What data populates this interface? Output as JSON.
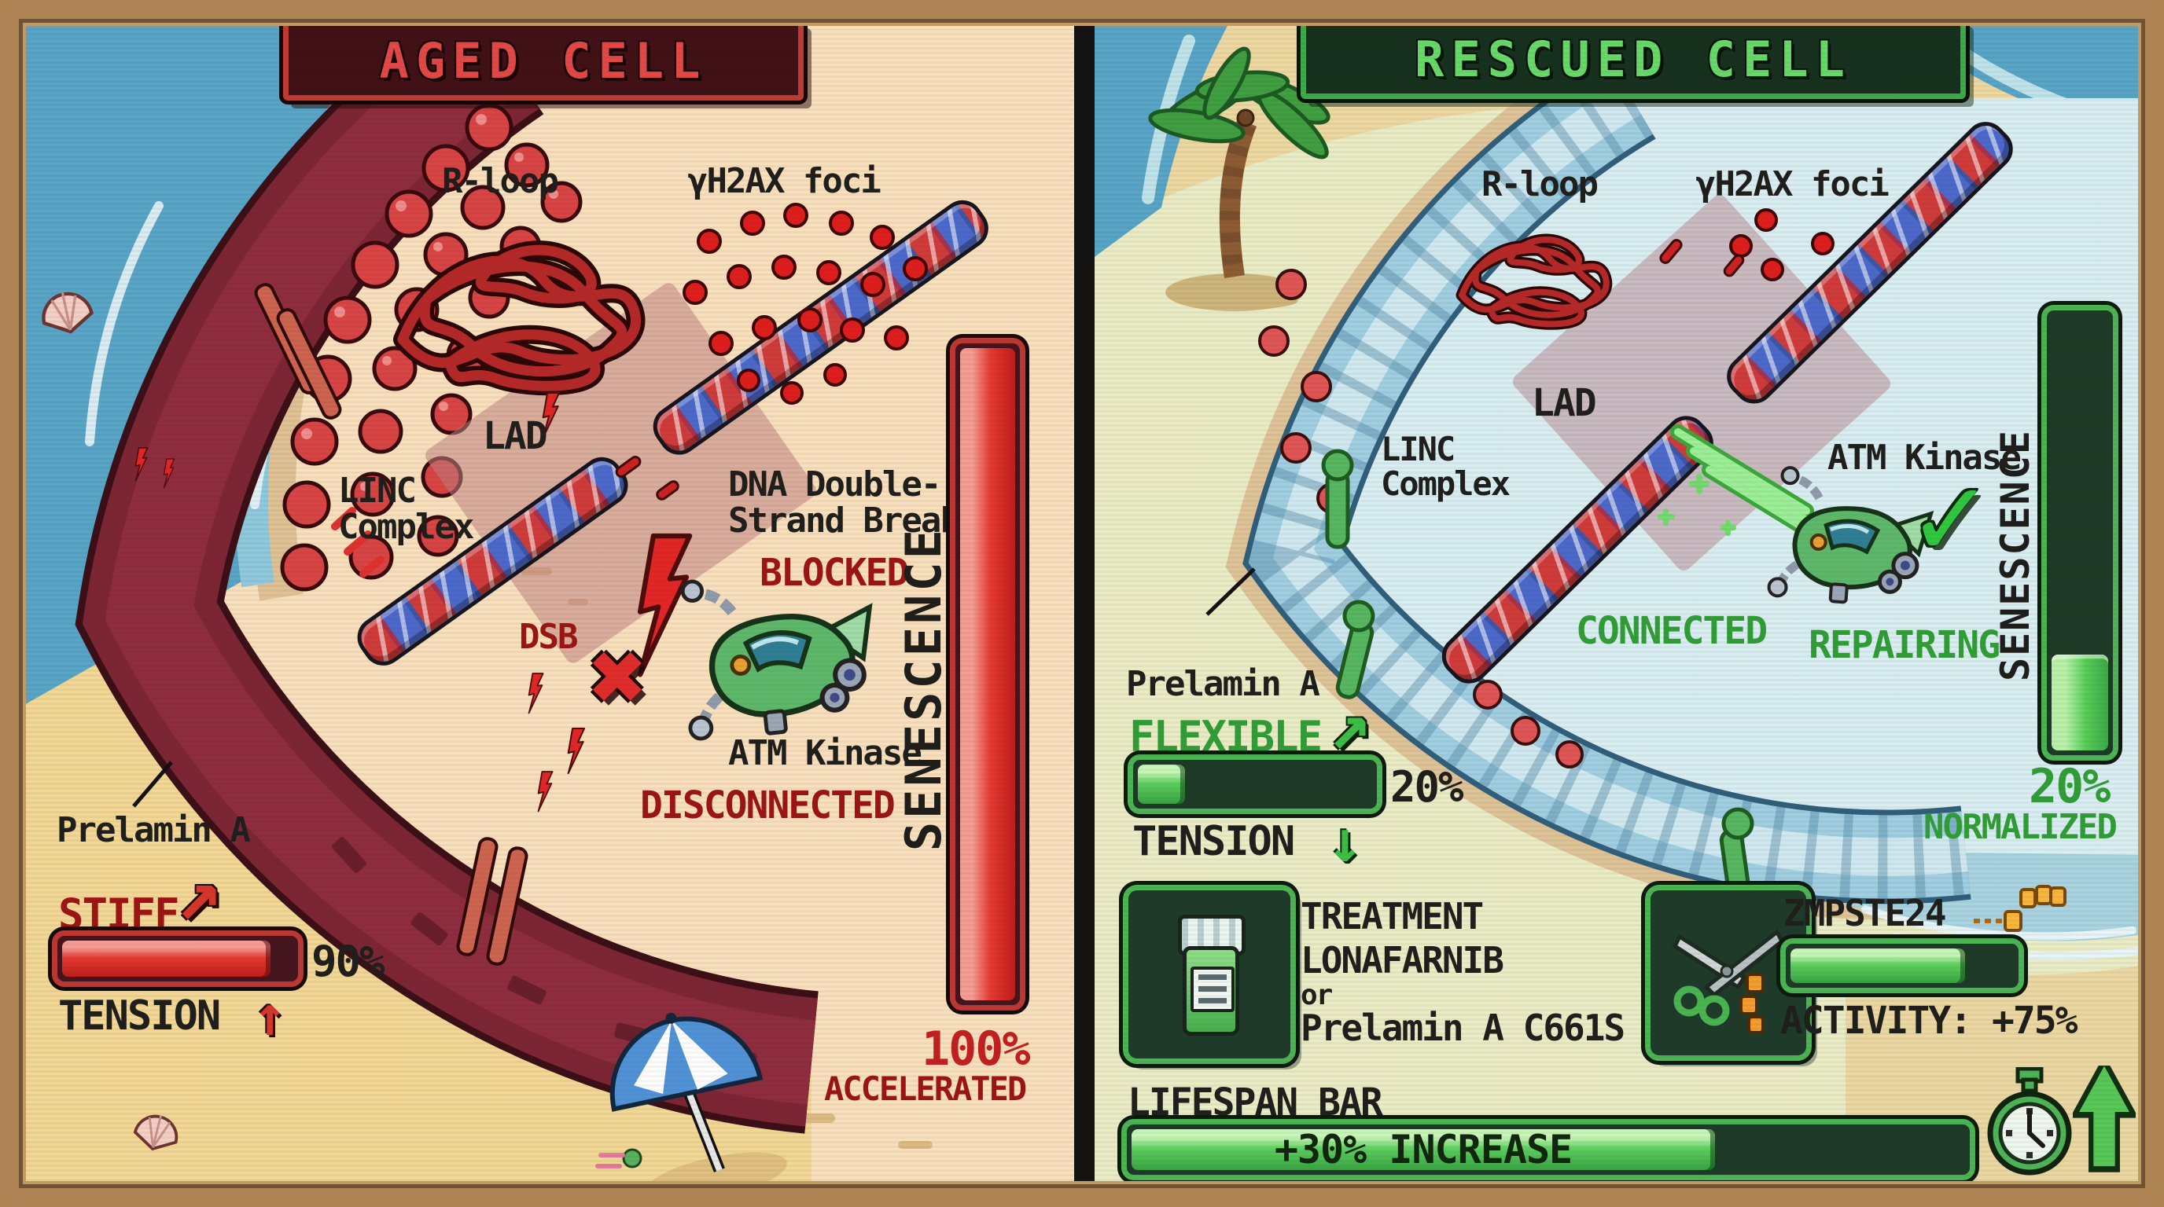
{
  "icons": {
    "trend_up_arrow": "↗",
    "up_arrow": "↑",
    "down_arrow": "↓",
    "x_mark": "✖",
    "check_mark": "✓"
  },
  "colors": {
    "aged_title_red": "#e34848",
    "aged_dark_red": "#9c1414",
    "rescued_title_green": "#66da68",
    "good_green": "#2f9e36",
    "bar_red_fill": "#e63832",
    "bar_green_fill": "#5ad05c",
    "lamina_maroon": "#7d2534",
    "envelope_blue": "#9fcfe2"
  },
  "aged": {
    "title": "AGED CELL",
    "r_loop_label": "R-loop",
    "foci_label": "γH2AX foci",
    "lad_label": "LAD",
    "linc_label_line1": "LINC",
    "linc_label_line2": "Complex",
    "break_label_line1": "DNA Double-",
    "break_label_line2": "Strand Break",
    "blocked_label": "BLOCKED",
    "dsb_label": "DSB",
    "atm_label": "ATM Kinase",
    "disconnected_label": "DISCONNECTED",
    "prelamin_label": "Prelamin A",
    "stiff_label": "STIFF",
    "tension_label": "TENSION",
    "tension_value": "90%",
    "tension_fill_style": "width:90%",
    "senescence_label": "SENESCENCE",
    "senescence_value": "100%",
    "senescence_status": "ACCELERATED",
    "senescence_fill_style": "height:100%"
  },
  "rescued": {
    "title": "RESCUED CELL",
    "r_loop_label": "R-loop",
    "foci_label": "γH2AX foci",
    "lad_label": "LAD",
    "linc_label_line1": "LINC",
    "linc_label_line2": "Complex",
    "atm_label": "ATM Kinase",
    "connected_label": "CONNECTED",
    "repairing_label": "REPAIRING",
    "prelamin_label": "Prelamin A",
    "flexible_label": "FLEXIBLE",
    "tension_label": "TENSION",
    "tension_value": "20%",
    "tension_fill_style": "width:20%",
    "treatment_title": "TREATMENT",
    "treatment_drug": "LONAFARNIB",
    "treatment_or": "or",
    "treatment_alt": "Prelamin A C661S",
    "zmpste_label": "ZMPSTE24",
    "activity_label": "ACTIVITY: +75%",
    "activity_fill_style": "width:78%",
    "senescence_label": "SENESCENCE",
    "senescence_value": "20%",
    "senescence_status": "NORMALIZED",
    "senescence_fill_style": "height:22%",
    "lifespan_label": "LIFESPAN BAR",
    "lifespan_value": "+30% INCREASE",
    "lifespan_fill_style": "width:70%"
  }
}
